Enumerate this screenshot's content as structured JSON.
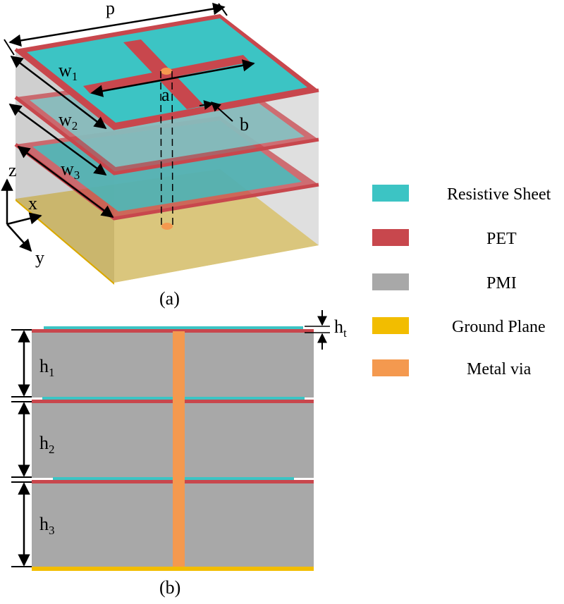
{
  "colors": {
    "resistive": "#3cc4c4",
    "pet": "#c8474d",
    "pmi": "#a8a8a8",
    "ground": "#f2bd00",
    "via": "#f4994f"
  },
  "dimension_labels": {
    "p": "p",
    "w1": "w",
    "w1_sub": "1",
    "w2": "w",
    "w2_sub": "2",
    "w3": "w",
    "w3_sub": "3",
    "a": "a",
    "b": "b",
    "ht": "h",
    "ht_sub": "t",
    "h1": "h",
    "h1_sub": "1",
    "h2": "h",
    "h2_sub": "2",
    "h3": "h",
    "h3_sub": "3"
  },
  "axes": {
    "z": "z",
    "x": "x",
    "y": "y"
  },
  "captions": {
    "a": "(a)",
    "b": "(b)"
  },
  "legend": [
    {
      "label": "Resistive Sheet",
      "color": "#3cc4c4"
    },
    {
      "label": "PET",
      "color": "#c8474d"
    },
    {
      "label": "PMI",
      "color": "#a8a8a8"
    },
    {
      "label": "Ground Plane",
      "color": "#f2bd00"
    },
    {
      "label": "Metal via",
      "color": "#f4994f"
    }
  ]
}
